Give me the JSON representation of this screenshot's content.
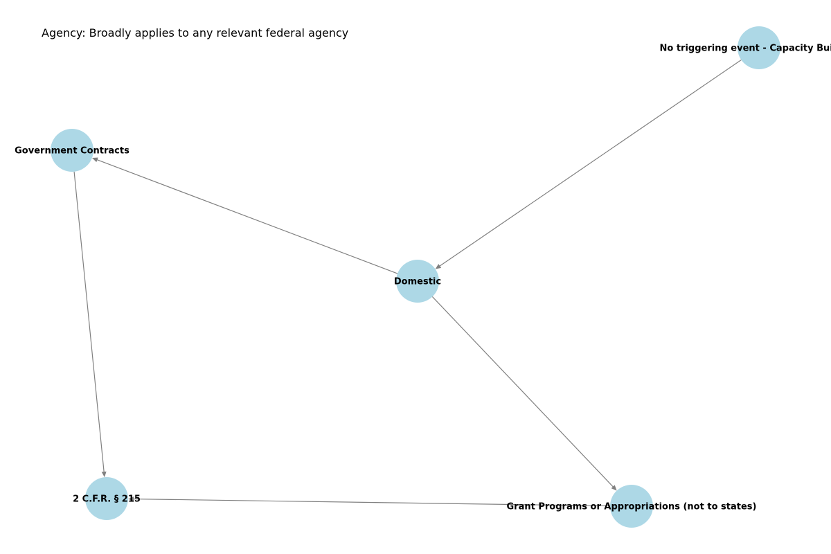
{
  "caption": "Agency: Broadly applies to any relevant federal agency",
  "colors": {
    "node_fill": "#add8e6",
    "edge": "#808080",
    "label": "#000000"
  },
  "nodes": [
    {
      "id": "capacity",
      "label": "No triggering event - Capacity Building"
    },
    {
      "id": "contracts",
      "label": "Government Contracts"
    },
    {
      "id": "domestic",
      "label": "Domestic"
    },
    {
      "id": "cfr",
      "label": "2 C.F.R. § 215"
    },
    {
      "id": "grants",
      "label": "Grant Programs or Appropriations (not to states)"
    }
  ],
  "edges": [
    {
      "from": "capacity",
      "to": "domestic",
      "arrow": true
    },
    {
      "from": "domestic",
      "to": "contracts",
      "arrow": true
    },
    {
      "from": "domestic",
      "to": "grants",
      "arrow": true
    },
    {
      "from": "contracts",
      "to": "cfr",
      "arrow": true
    },
    {
      "from": "grants",
      "to": "cfr",
      "arrow": true
    }
  ]
}
